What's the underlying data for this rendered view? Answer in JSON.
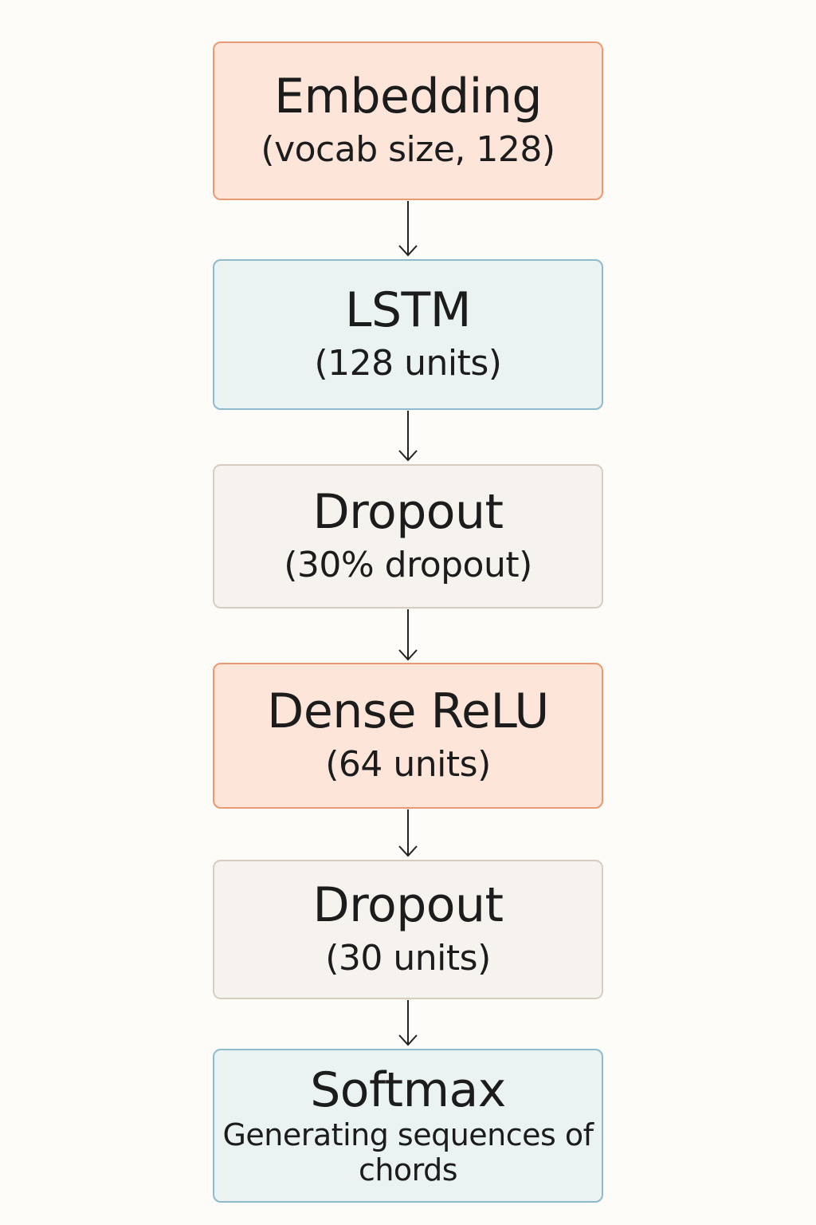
{
  "colors": {
    "orange_fill": "#fde5da",
    "orange_border": "#e99a72",
    "blue_fill": "#eaf2f2",
    "blue_border": "#8fbacb",
    "beige_fill": "#f6f3ee",
    "beige_border": "#d5cdc1",
    "arrow": "#222222",
    "background": "#fdfcf8"
  },
  "layers": [
    {
      "title": "Embedding",
      "detail": "(vocab size, 128)",
      "style": "orange"
    },
    {
      "title": "LSTM",
      "detail": "(128 units)",
      "style": "blue"
    },
    {
      "title": "Dropout",
      "detail": "(30% dropout)",
      "style": "beige"
    },
    {
      "title": "Dense ReLU",
      "detail": "(64 units)",
      "style": "orange"
    },
    {
      "title": "Dropout",
      "detail": "(30 units)",
      "style": "beige"
    },
    {
      "title": "Softmax",
      "detail": "Generating sequences of chords",
      "style": "blue"
    }
  ]
}
